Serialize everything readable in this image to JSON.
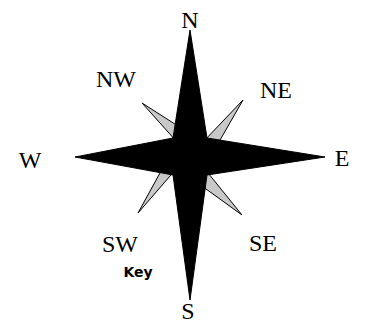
{
  "diagram": {
    "labels": [
      "N",
      "NE",
      "E",
      "SE",
      "S",
      "SW",
      "W",
      "NW",
      "Key"
    ]
  }
}
